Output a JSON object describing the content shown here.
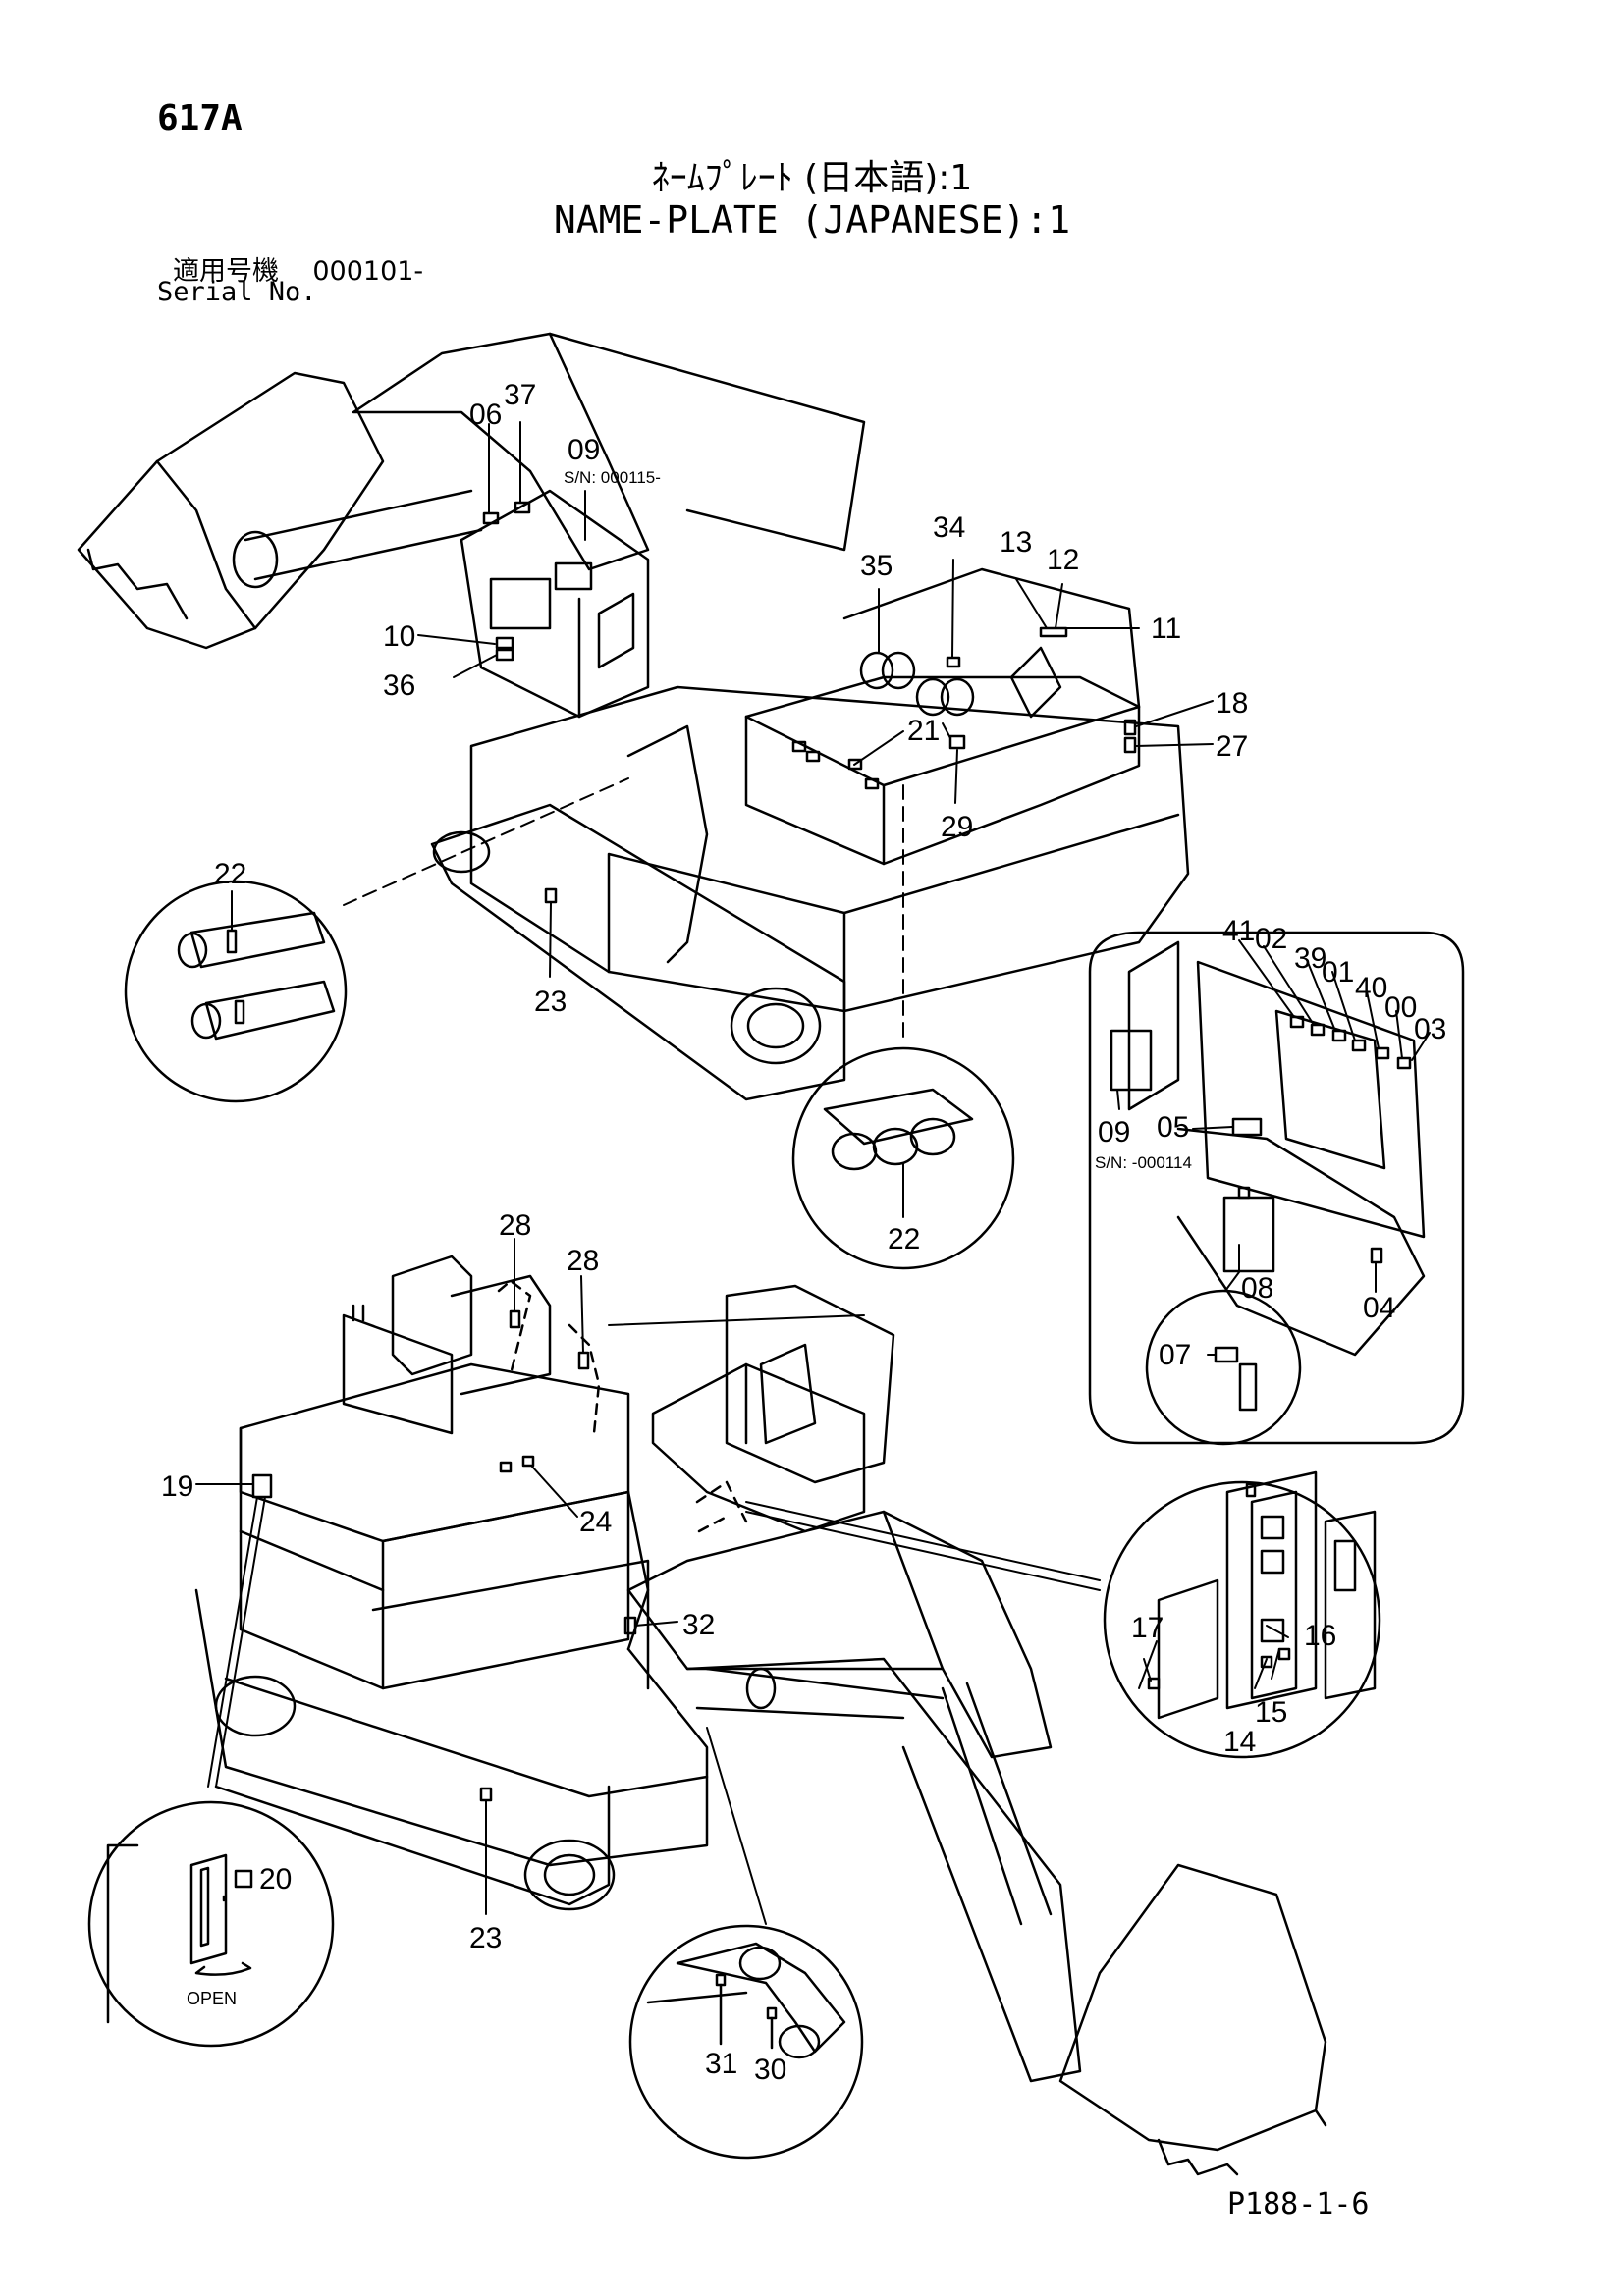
{
  "header": {
    "page_code": "617A",
    "title_jp": "ﾈｰﾑﾌﾟﾚｰﾄ (日本語):1",
    "title_en": "NAME-PLATE (JAPANESE):1",
    "serial_label_jp": "適用号機",
    "serial_value": "000101-",
    "serial_label_en": "Serial No."
  },
  "footer": {
    "page_ref": "P188-1-6"
  },
  "callouts": {
    "c00": "00",
    "c01": "01",
    "c02": "02",
    "c03": "03",
    "c04": "04",
    "c05": "05",
    "c06": "06",
    "c07": "07",
    "c08": "08",
    "c09_top": "09",
    "c09_cab": "09",
    "c10": "10",
    "c11": "11",
    "c12": "12",
    "c13": "13",
    "c14": "14",
    "c15": "15",
    "c16": "16",
    "c17": "17",
    "c18": "18",
    "c19": "19",
    "c20": "20",
    "c21": "21",
    "c22_left": "22",
    "c22_center": "22",
    "c23_top": "23",
    "c23_bottom": "23",
    "c24": "24",
    "c27": "27",
    "c28_left": "28",
    "c28_right": "28",
    "c29": "29",
    "c30": "30",
    "c31": "31",
    "c32": "32",
    "c34": "34",
    "c35": "35",
    "c36": "36",
    "c37": "37",
    "c39": "39",
    "c40": "40",
    "c41": "41"
  },
  "serial_notes": {
    "top": "S/N: 000115-",
    "cab": "S/N:  -000114"
  },
  "labels": {
    "open": "OPEN"
  }
}
